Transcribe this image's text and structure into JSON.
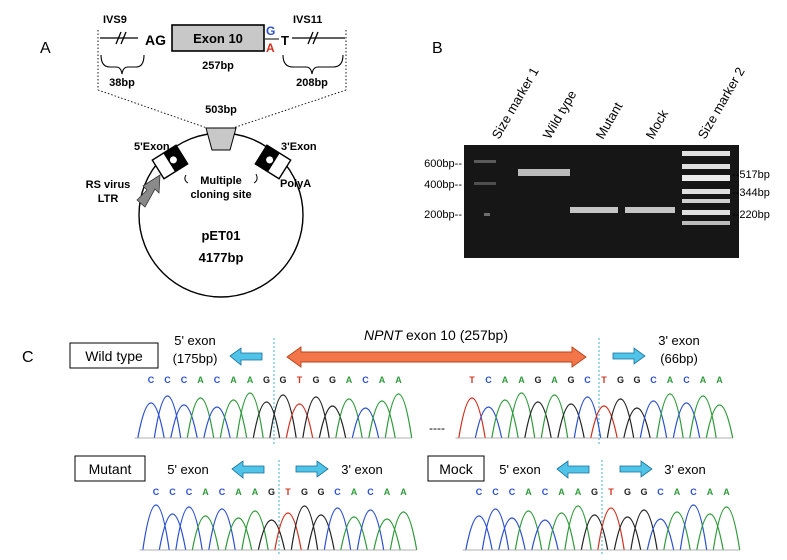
{
  "panelA": {
    "label": "A",
    "ivs9": "IVS9",
    "ivs11": "IVS11",
    "ag": "AG",
    "exon": "Exon 10",
    "nt_top": "G",
    "nt_bottom": "A",
    "t": "T",
    "exon_bp": "257bp",
    "left_bp": "38bp",
    "right_bp": "208bp",
    "insert_bp": "503bp",
    "exon5": "5'Exon",
    "exon3": "3'Exon",
    "mcs_line1": "Multiple",
    "mcs_line2": "cloning site",
    "polya": "PolyA",
    "rs_line1": "RS virus",
    "rs_line2": "LTR",
    "plasmid": "pET01",
    "plasmid_bp": "4177bp"
  },
  "panelB": {
    "label": "B",
    "lanes": [
      "Size marker 1",
      "Wild type",
      "Mutant",
      "Mock",
      "Size marker 2"
    ],
    "left_markers": [
      "600bp--",
      "400bp--",
      "200bp--"
    ],
    "right_markers": [
      "--517bp",
      "--344bp",
      "--220bp"
    ]
  },
  "panelC": {
    "label": "C",
    "wild_type": "Wild type",
    "mutant": "Mutant",
    "mock": "Mock",
    "exon5_wt_1": "5' exon",
    "exon5_wt_2": "(175bp)",
    "exon3_wt_1": "3' exon",
    "exon3_wt_2": "(66bp)",
    "npnt_gene": "NPNT",
    "npnt_rest": " exon 10 (257bp)",
    "exon5": "5' exon",
    "exon3": "3' exon",
    "dots": "----",
    "seq_wt_left": [
      "C",
      "C",
      "C",
      "A",
      "C",
      "A",
      "A",
      "G",
      "G",
      "T",
      "G",
      "G",
      "A",
      "C",
      "A",
      "A"
    ],
    "seq_wt_right": [
      "T",
      "C",
      "A",
      "A",
      "G",
      "A",
      "G",
      "C",
      "T",
      "G",
      "G",
      "C",
      "A",
      "C",
      "A",
      "A"
    ],
    "seq_mut": [
      "C",
      "C",
      "C",
      "A",
      "C",
      "A",
      "A",
      "G",
      "T",
      "G",
      "G",
      "C",
      "A",
      "C",
      "A",
      "A"
    ],
    "seq_mock": [
      "C",
      "C",
      "C",
      "A",
      "C",
      "A",
      "A",
      "G",
      "T",
      "G",
      "G",
      "C",
      "A",
      "C",
      "A",
      "A"
    ],
    "base_colors": {
      "A": "#2e9a3a",
      "C": "#2a4fd0",
      "G": "#222222",
      "T": "#d0301e"
    }
  }
}
